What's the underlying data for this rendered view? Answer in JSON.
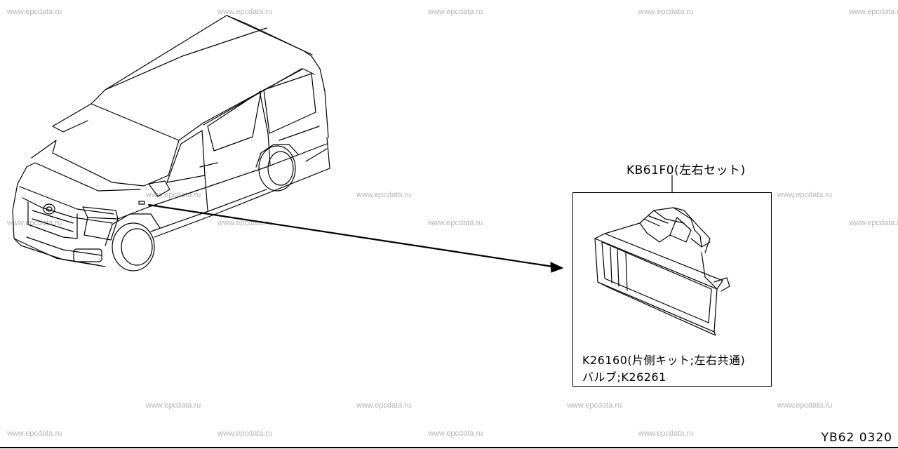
{
  "watermark": "www.epcdata.ru",
  "labels": {
    "set_part": "KB61F0(左右セット)",
    "single_part": "K26160(片側キット;左右共通)",
    "bulb": "バルブ;K26261",
    "diagram_code": "YB62 0320"
  },
  "icons": {
    "vehicle": "van-drawing-icon",
    "lamp": "side-marker-lamp-icon",
    "arrow": "pointer-arrow-icon"
  }
}
